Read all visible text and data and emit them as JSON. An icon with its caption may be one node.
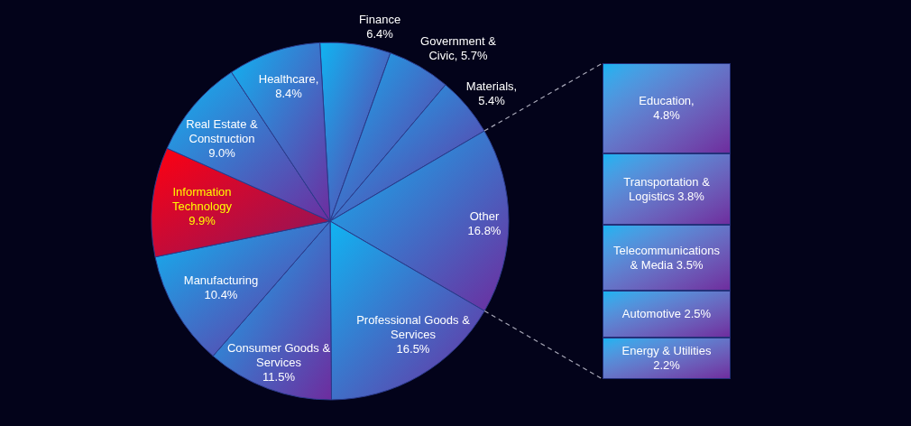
{
  "diagram": {
    "nodes": [
      {
        "text": [],
        "shape": "bar"
      },
      {
        "text": [
          "Education, 4.8%"
        ],
        "in": 0
      },
      {
        "text": [
          "Transportation & Logistics 3.8%"
        ],
        "in": 0
      },
      {
        "text": [
          "Telecommunications & Media 3.5%"
        ],
        "in": 0
      },
      {
        "text": [
          "Automotive 2.5%"
        ],
        "in": 0
      },
      {
        "text": [
          "Energy & Utilities 2.2%"
        ],
        "in": 0
      },
      {
        "text": [],
        "shape": "slice"
      }
    ],
    "edges": [
      {
        "from": 6,
        "to": 0,
        "arrow": "none",
        "style": "dashed"
      },
      {
        "from": 6,
        "to": 0,
        "arrow": "none",
        "style": "dashed"
      }
    ],
    "chart_data": {
      "type": "pie",
      "categories": [
        "Finance",
        "Government & Civic",
        "Materials",
        "Other",
        "Professional Goods & Services",
        "Consumer Goods & Services",
        "Manufacturing",
        "Information Technology",
        "Real Estate & Construction",
        "Healthcare"
      ],
      "values": [
        6.4,
        5.7,
        5.4,
        16.8,
        16.5,
        11.5,
        10.4,
        9.9,
        9.0,
        8.4
      ],
      "value_labels": [
        "6.4%",
        ", 5.7%",
        ", 5.4%",
        "16.8%",
        "16.5%",
        "11.5%",
        "10.4%",
        "9.9%",
        "9.0%",
        ", 8.4%"
      ]
    }
  }
}
